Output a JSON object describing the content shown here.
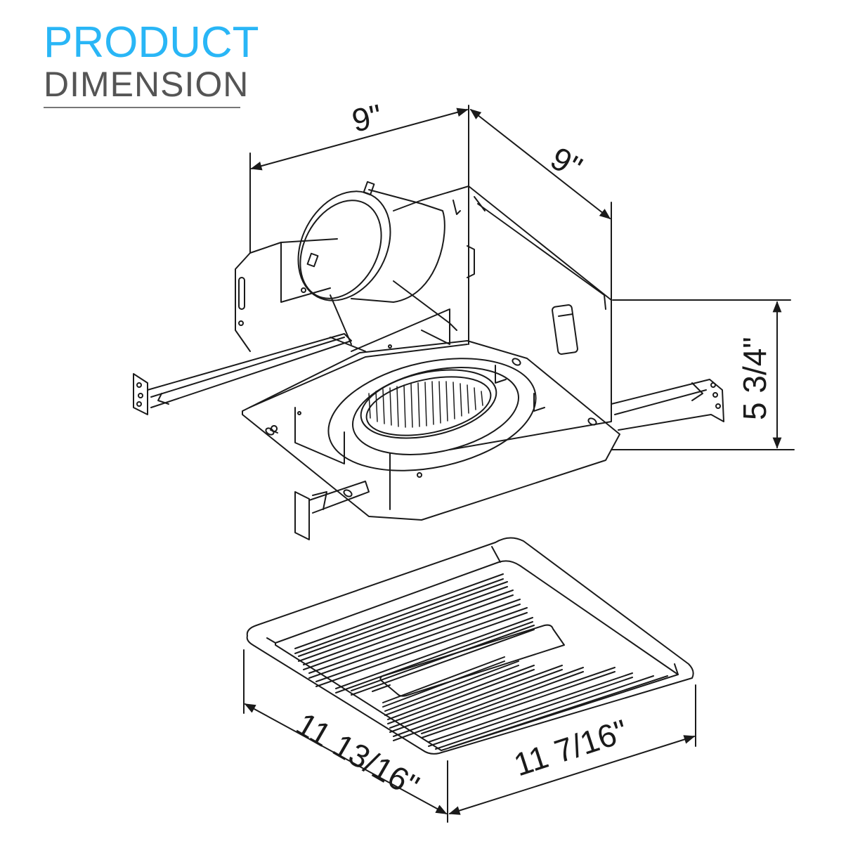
{
  "header": {
    "title_line1": "PRODUCT",
    "title_line2": "DIMENSION",
    "colors": {
      "title_line1": "#29b6f6",
      "title_line2": "#555555",
      "rule": "#777777"
    }
  },
  "housing": {
    "name": "fan-housing",
    "dimensions": {
      "width": "9\"",
      "depth": "9\"",
      "height": "5 3/4\""
    }
  },
  "grille": {
    "name": "grille-cover",
    "dimensions": {
      "length": "11 13/16\"",
      "width": "11 7/16\""
    }
  },
  "line_color": "#1a1a1a"
}
